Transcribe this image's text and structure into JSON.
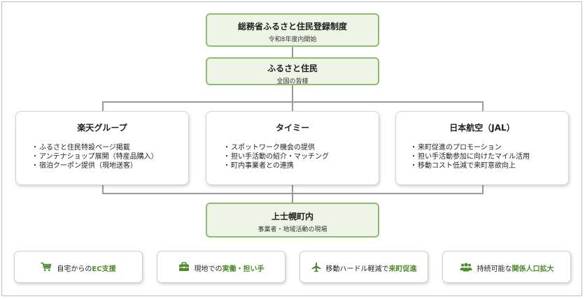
{
  "top": {
    "title": "総務省ふるさと住民登録制度",
    "subtitle": "令和8年度内開始"
  },
  "mid": {
    "title": "ふるさと住民",
    "subtitle": "全国の皆様"
  },
  "partners": [
    {
      "title": "楽天グループ",
      "bullets": [
        "ふるさと住民特設ページ掲載",
        "アンテナショップ展開（特産品購入）",
        "宿泊クーポン提供（現地送客）"
      ]
    },
    {
      "title": "タイミー",
      "bullets": [
        "スポットワーク機会の提供",
        "担い手活動の紹介・マッチング",
        "町内事業者との連携"
      ]
    },
    {
      "title": "日本航空（JAL）",
      "bullets": [
        "来町促進のプロモーション",
        "担い手活動参加に向けたマイル活用",
        "移動コスト低減で来町意欲向上"
      ]
    }
  ],
  "bottom": {
    "title": "上士幌町内",
    "subtitle": "事業者・地域活動の現場"
  },
  "pills": [
    {
      "icon": "cart-icon",
      "text": "自宅からの",
      "highlight": "EC支援"
    },
    {
      "icon": "briefcase-icon",
      "text": "現地での",
      "highlight": "実働・担い手"
    },
    {
      "icon": "airplane-icon",
      "text": "移動ハードル軽減で",
      "highlight": "来町促進"
    },
    {
      "icon": "people-icon",
      "text": "持続可能な",
      "highlight": "関係人口拡大"
    }
  ],
  "colors": {
    "accent": "#4f8a2d",
    "green_fill": "#eef5e6",
    "green_border": "#8cbf6b"
  }
}
